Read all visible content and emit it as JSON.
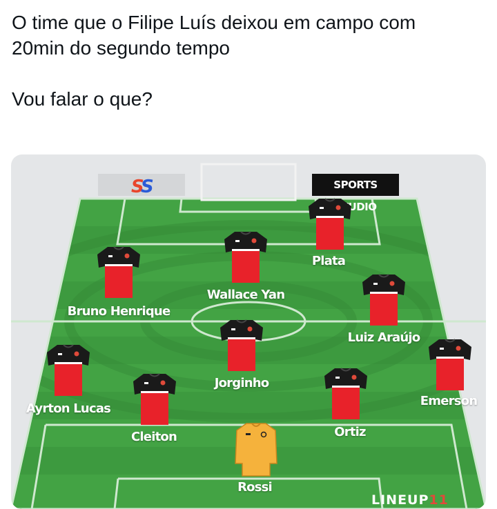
{
  "tweet": {
    "line1": "O time que o Filipe Luís deixou em campo com",
    "line2": "20min do segundo tempo",
    "line3": "Vou falar o que?"
  },
  "lineup_card": {
    "brand_badge": "SPORTS STUDIO",
    "watermark_main": "LINEUP",
    "watermark_accent": "11",
    "colors": {
      "pitch_green": "#3d9a3f",
      "pitch_line": "#cfe8cf",
      "jersey_red": "#e8222a",
      "jersey_black": "#1a1a1a",
      "keeper_yellow": "#f5b23c"
    },
    "players": [
      {
        "name": "Plata",
        "kit": "outfield"
      },
      {
        "name": "Wallace Yan",
        "kit": "outfield"
      },
      {
        "name": "Bruno Henrique",
        "kit": "outfield"
      },
      {
        "name": "Luiz Araújo",
        "kit": "outfield"
      },
      {
        "name": "Jorginho",
        "kit": "outfield"
      },
      {
        "name": "Ayrton Lucas",
        "kit": "outfield"
      },
      {
        "name": "Emerson",
        "kit": "outfield"
      },
      {
        "name": "Cleiton",
        "kit": "outfield"
      },
      {
        "name": "Ortiz",
        "kit": "outfield"
      },
      {
        "name": "Rossi",
        "kit": "goalkeeper"
      }
    ]
  }
}
